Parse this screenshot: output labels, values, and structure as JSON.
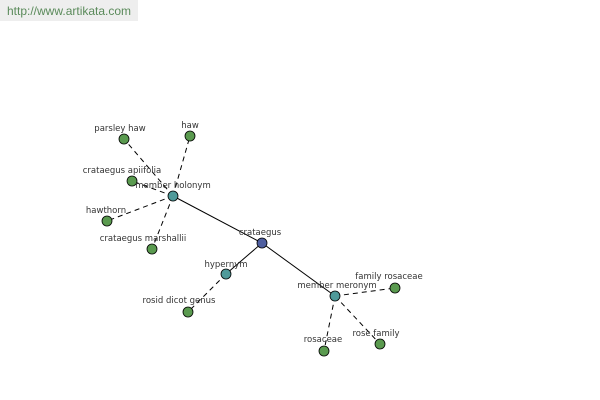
{
  "source_url": "http://www.artikata.com",
  "colors": {
    "center_node": "#4f5fa0",
    "relation_node": "#4f9a9a",
    "leaf_node": "#5a9a4f",
    "banner_text": "#5a8a5a"
  },
  "graph": {
    "center": {
      "id": "crataegus",
      "label": "crataegus"
    },
    "relations": [
      {
        "id": "member-holonym",
        "label": "member holonym"
      },
      {
        "id": "hypernym",
        "label": "hypernym"
      },
      {
        "id": "member-meronym",
        "label": "member meronym"
      }
    ],
    "leaves": [
      {
        "id": "parsley-haw",
        "label": "parsley haw",
        "relation": "member-holonym"
      },
      {
        "id": "haw",
        "label": "haw",
        "relation": "member-holonym"
      },
      {
        "id": "crataegus-apiifolia",
        "label": "crataegus apiifolia",
        "relation": "member-holonym"
      },
      {
        "id": "hawthorn",
        "label": "hawthorn",
        "relation": "member-holonym"
      },
      {
        "id": "crataegus-marshallii",
        "label": "crataegus marshallii",
        "relation": "member-holonym"
      },
      {
        "id": "rosid-dicot-genus",
        "label": "rosid dicot genus",
        "relation": "hypernym"
      },
      {
        "id": "family-rosaceae",
        "label": "family rosaceae",
        "relation": "member-meronym"
      },
      {
        "id": "rosaceae",
        "label": "rosaceae",
        "relation": "member-meronym"
      },
      {
        "id": "rose-family",
        "label": "rose family",
        "relation": "member-meronym"
      }
    ]
  }
}
